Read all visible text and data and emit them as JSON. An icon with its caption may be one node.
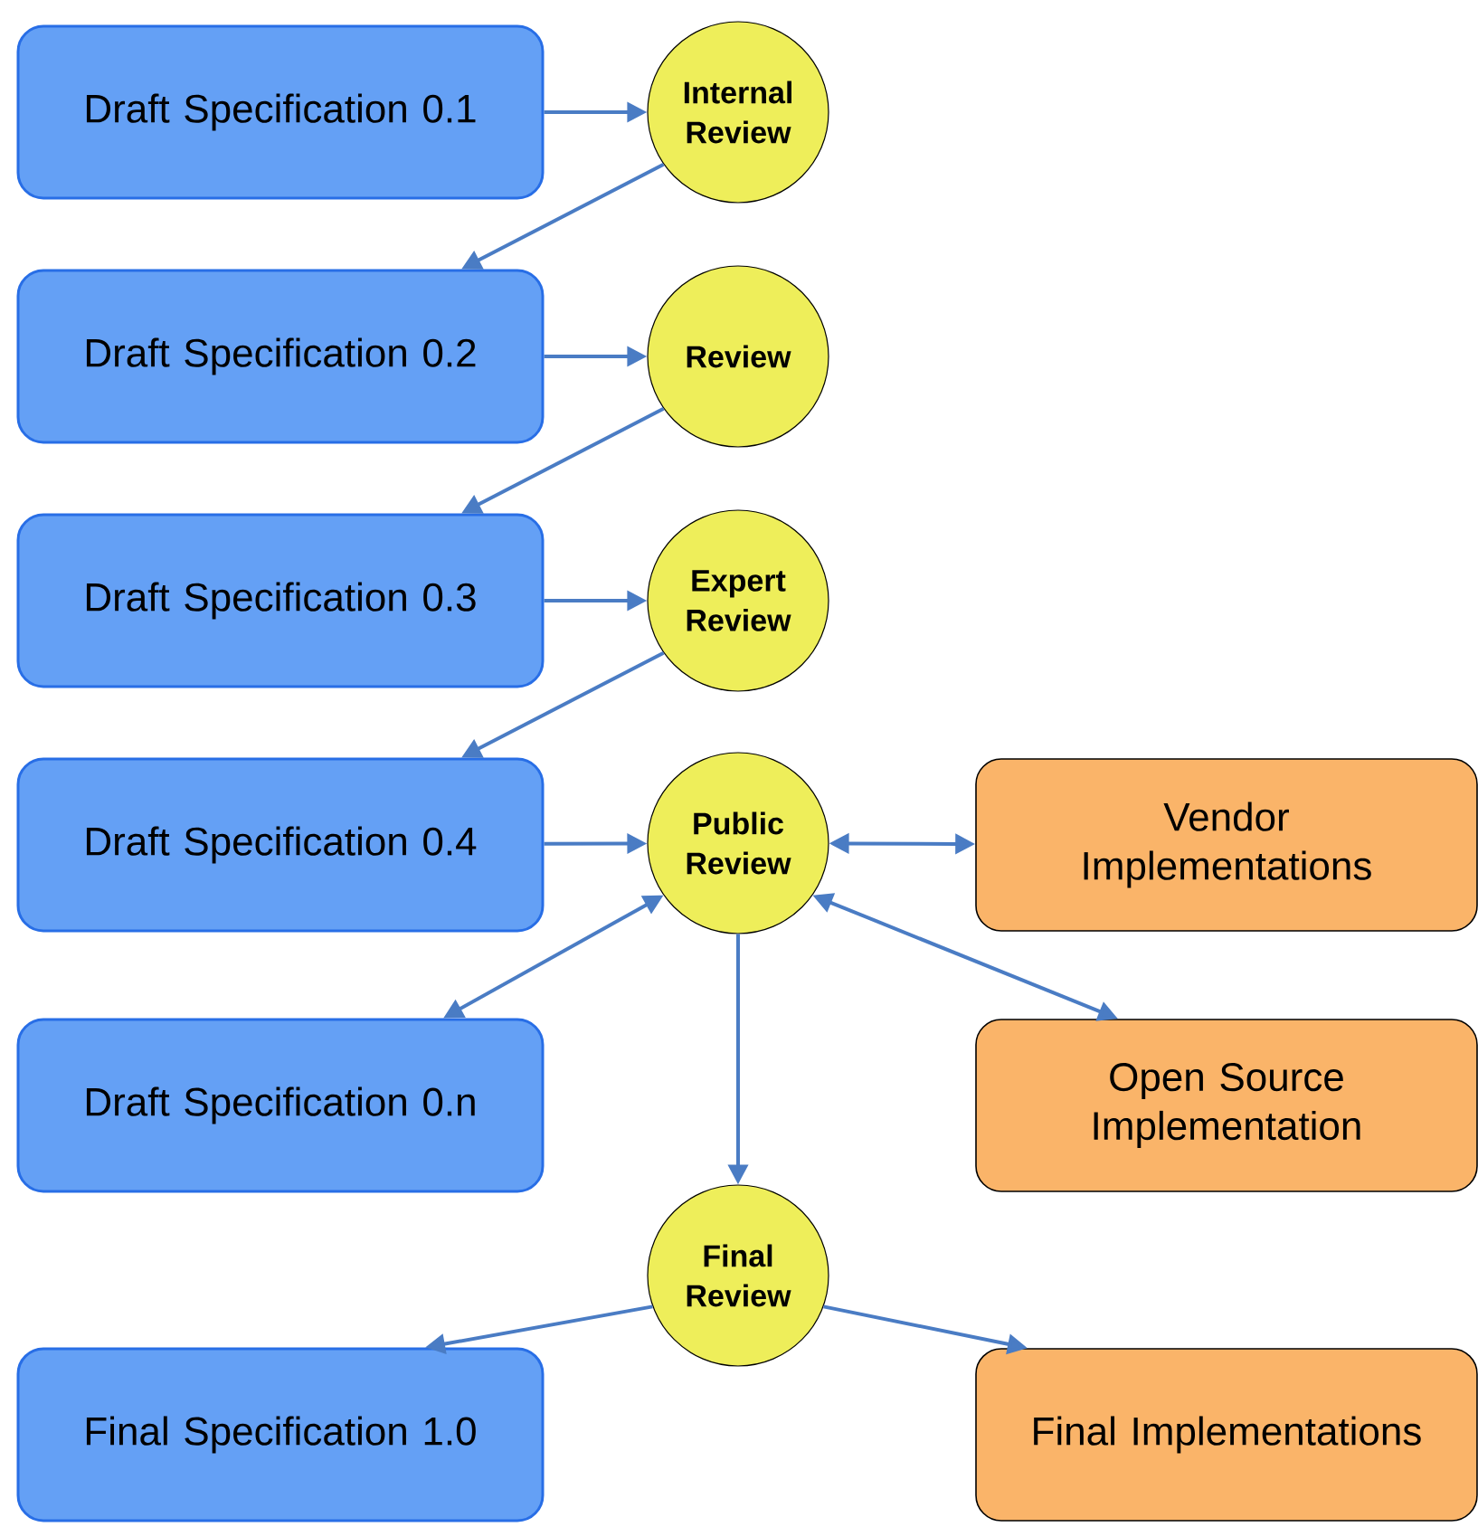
{
  "diagram": {
    "nodes": [
      {
        "text": [
          "Draft Specification 0.1"
        ]
      },
      {
        "text": [
          "Internal Review"
        ]
      },
      {
        "text": [
          "Draft Specification 0.2"
        ]
      },
      {
        "text": [
          "Review"
        ]
      },
      {
        "text": [
          "Draft Specification 0.3"
        ]
      },
      {
        "text": [
          "Expert Review"
        ]
      },
      {
        "text": [
          "Draft Specification 0.4"
        ]
      },
      {
        "text": [
          "Public Review"
        ]
      },
      {
        "text": [
          "Vendor Implementations"
        ]
      },
      {
        "text": [
          "Draft Specification 0.n"
        ]
      },
      {
        "text": [
          "Open Source Implementation"
        ]
      },
      {
        "text": [
          "Final Review"
        ]
      },
      {
        "text": [
          "Final Specification 1.0"
        ]
      },
      {
        "text": [
          "Final Implementations"
        ]
      }
    ],
    "edges": [
      {
        "from": 0,
        "to": 1,
        "arrow": "to"
      },
      {
        "from": 1,
        "to": 2,
        "arrow": "to"
      },
      {
        "from": 2,
        "to": 3,
        "arrow": "to"
      },
      {
        "from": 3,
        "to": 4,
        "arrow": "to"
      },
      {
        "from": 4,
        "to": 5,
        "arrow": "to"
      },
      {
        "from": 5,
        "to": 6,
        "arrow": "to"
      },
      {
        "from": 6,
        "to": 7,
        "arrow": "to"
      },
      {
        "from": 7,
        "to": 8,
        "arrow": "both"
      },
      {
        "from": 9,
        "to": 7,
        "arrow": "both"
      },
      {
        "from": 7,
        "to": 10,
        "arrow": "both"
      },
      {
        "from": 7,
        "to": 11,
        "arrow": "to"
      },
      {
        "from": 11,
        "to": 12,
        "arrow": "to"
      },
      {
        "from": 11,
        "to": 13,
        "arrow": "to"
      }
    ]
  }
}
